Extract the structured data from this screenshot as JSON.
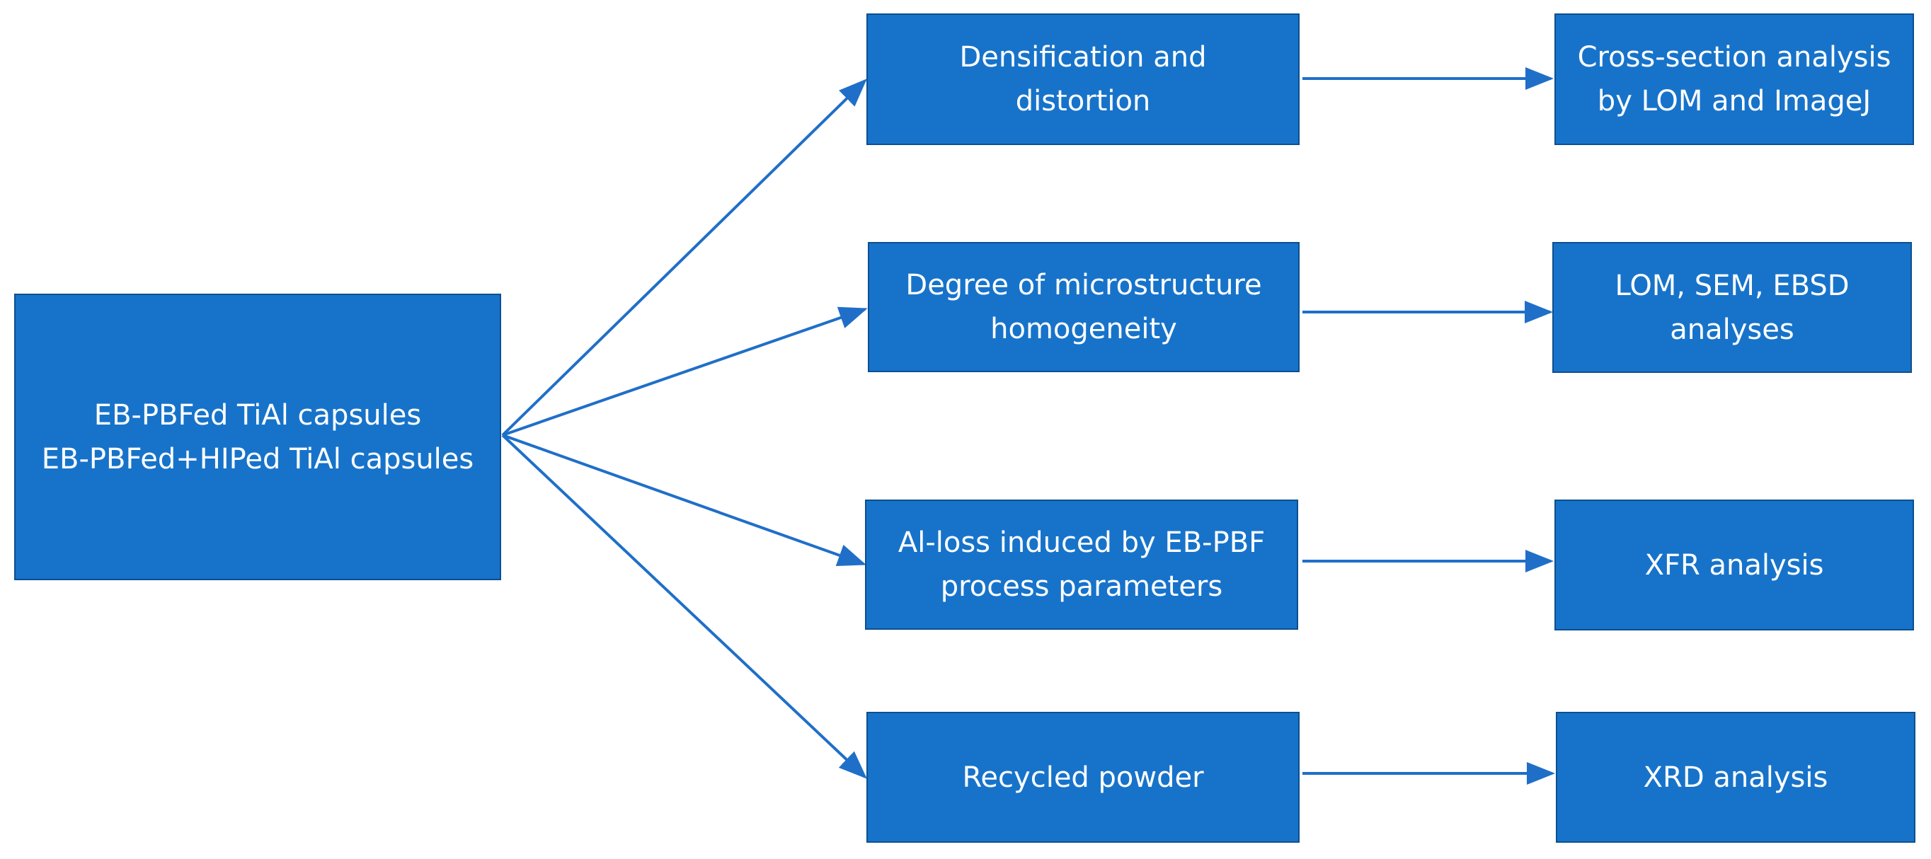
{
  "colors": {
    "box_fill": "#1773CA",
    "box_border": "#0d4f8f",
    "text": "#ffffff",
    "arrow": "#1f6fc8"
  },
  "source": {
    "text": "EB-PBFed TiAl capsules\nEB-PBFed+HIPed TiAl  capsules"
  },
  "aspects": [
    {
      "text": "Densification and\ndistortion"
    },
    {
      "text": "Degree of microstructure\nhomogeneity"
    },
    {
      "text": "Al-loss induced by EB-PBF\nprocess parameters"
    },
    {
      "text": "Recycled powder"
    }
  ],
  "methods": [
    {
      "text": "Cross-section analysis\nby LOM and ImageJ"
    },
    {
      "text": "LOM, SEM, EBSD\nanalyses"
    },
    {
      "text": "XFR analysis"
    },
    {
      "text": "XRD analysis"
    }
  ]
}
